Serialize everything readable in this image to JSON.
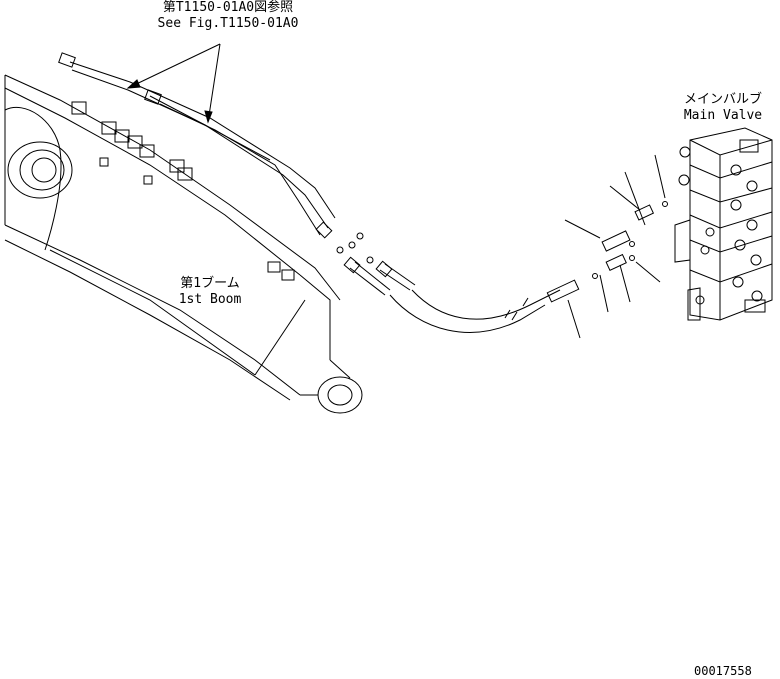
{
  "labels": {
    "ref_jp": "第T1150-01A0図参照",
    "ref_en": "See Fig.T1150-01A0",
    "valve_jp": "メインバルブ",
    "valve_en": "Main Valve",
    "boom_jp": "第1ブーム",
    "boom_en": "1st Boom",
    "drawing_no": "00017558"
  },
  "colors": {
    "line": "#000000",
    "background": "#ffffff"
  }
}
